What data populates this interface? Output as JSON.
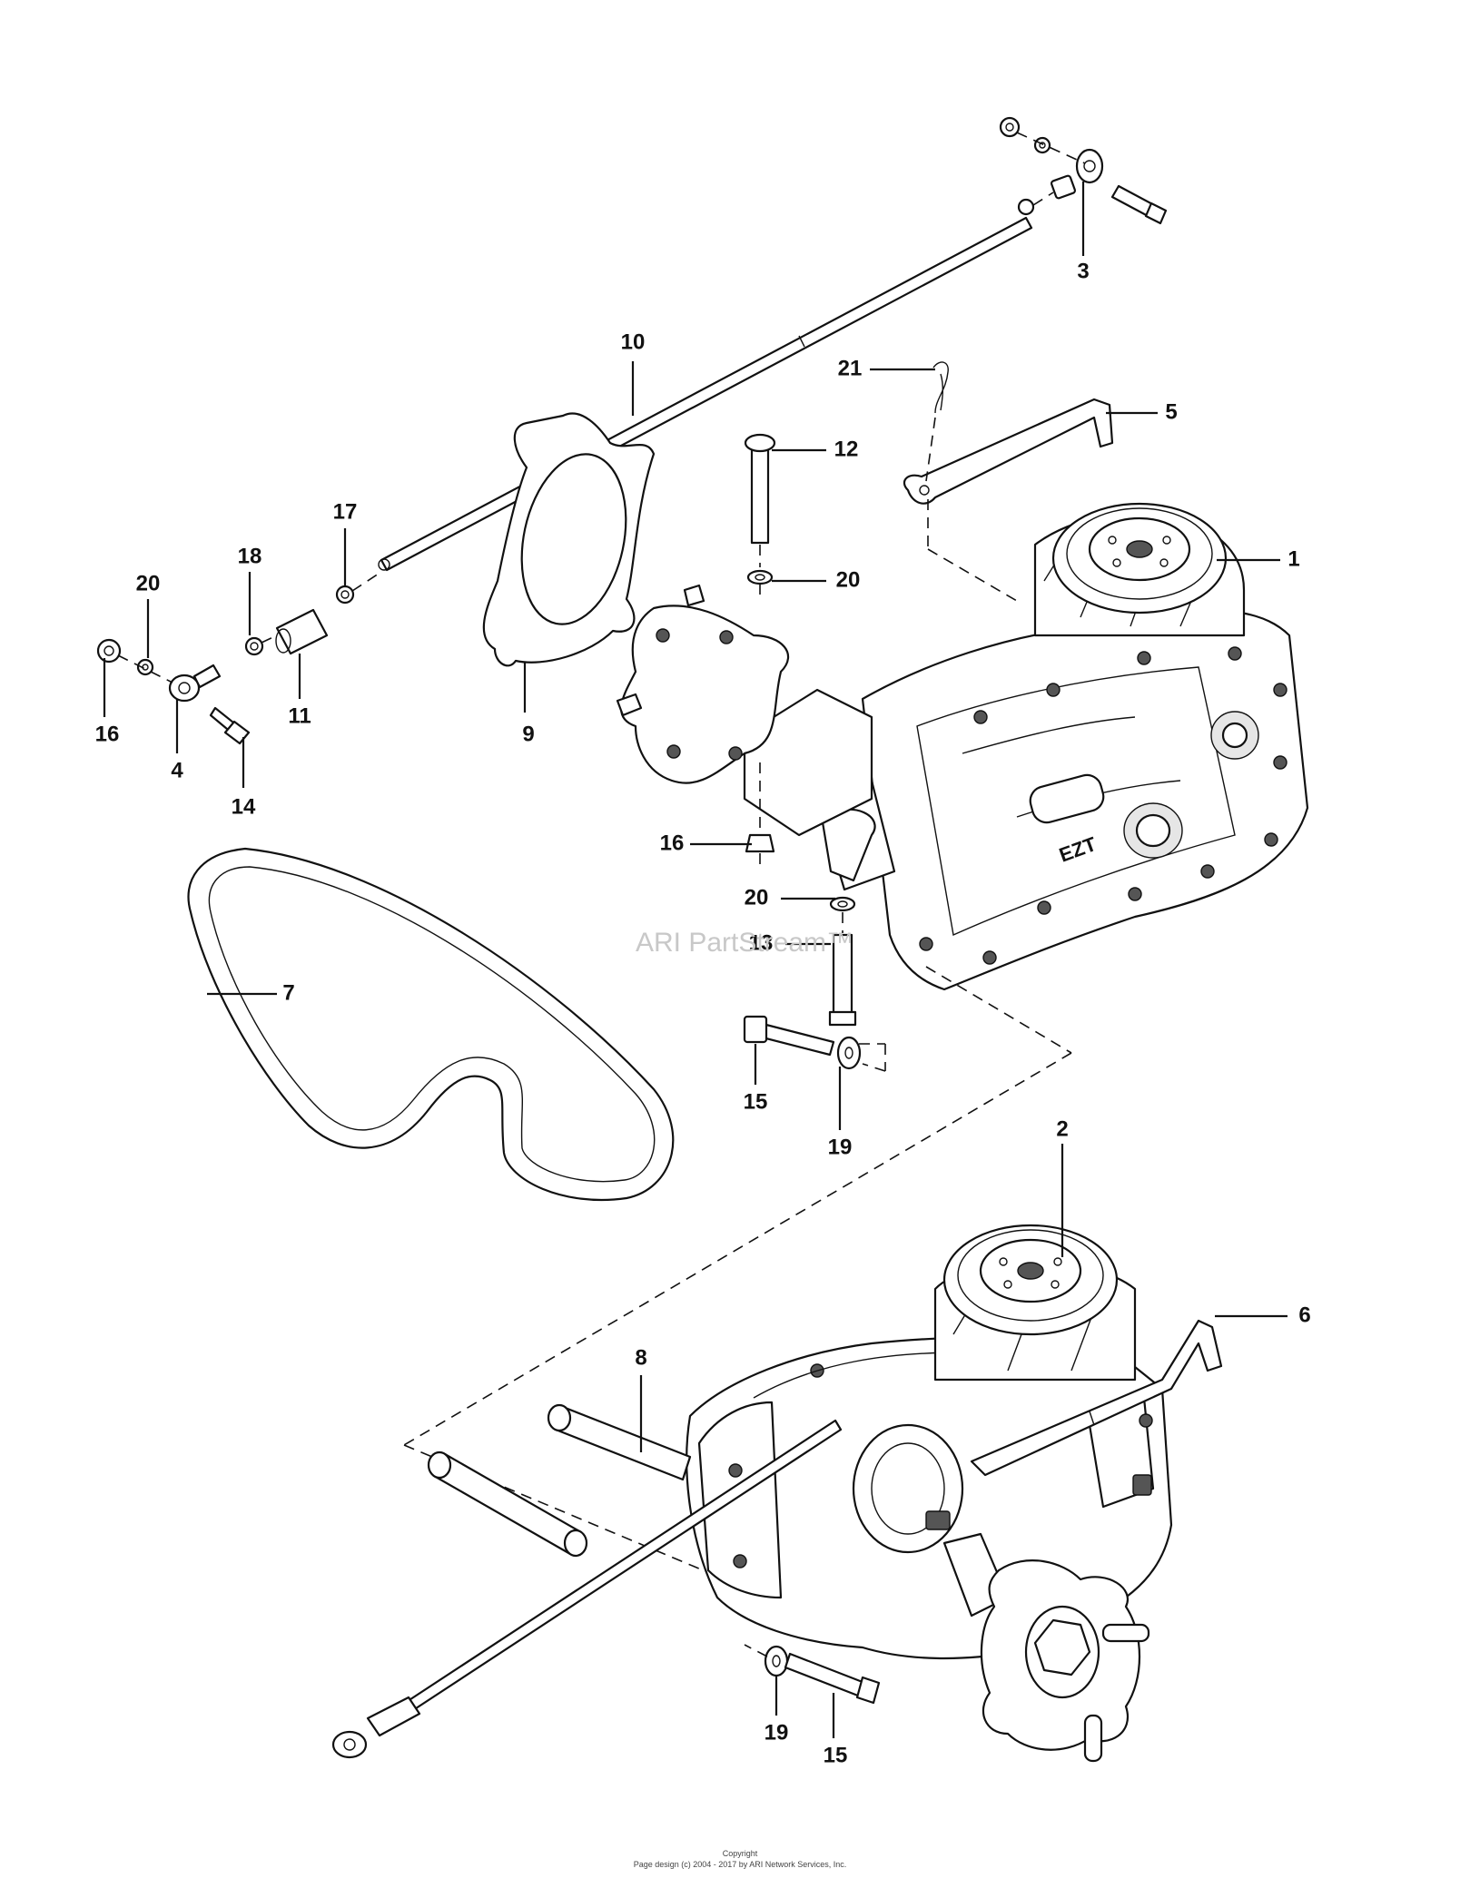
{
  "watermark": "ARI PartStream™",
  "footer": {
    "line1": "Copyright",
    "line2": "Page design (c) 2004 - 2017 by ARI Network Services, Inc."
  },
  "case_lettering": "EZT",
  "callouts": [
    {
      "id": "c3",
      "label": "3"
    },
    {
      "id": "c10",
      "label": "10"
    },
    {
      "id": "c21",
      "label": "21"
    },
    {
      "id": "c5",
      "label": "5"
    },
    {
      "id": "c12",
      "label": "12"
    },
    {
      "id": "c1",
      "label": "1"
    },
    {
      "id": "c20a",
      "label": "20"
    },
    {
      "id": "c17",
      "label": "17"
    },
    {
      "id": "c18",
      "label": "18"
    },
    {
      "id": "c20b",
      "label": "20"
    },
    {
      "id": "c16a",
      "label": "16"
    },
    {
      "id": "c4",
      "label": "4"
    },
    {
      "id": "c11",
      "label": "11"
    },
    {
      "id": "c14",
      "label": "14"
    },
    {
      "id": "c9",
      "label": "9"
    },
    {
      "id": "c16b",
      "label": "16"
    },
    {
      "id": "c20c",
      "label": "20"
    },
    {
      "id": "c13",
      "label": "13"
    },
    {
      "id": "c7",
      "label": "7"
    },
    {
      "id": "c15a",
      "label": "15"
    },
    {
      "id": "c19a",
      "label": "19"
    },
    {
      "id": "c2",
      "label": "2"
    },
    {
      "id": "c6",
      "label": "6"
    },
    {
      "id": "c8",
      "label": "8"
    },
    {
      "id": "c19b",
      "label": "19"
    },
    {
      "id": "c15b",
      "label": "15"
    }
  ]
}
